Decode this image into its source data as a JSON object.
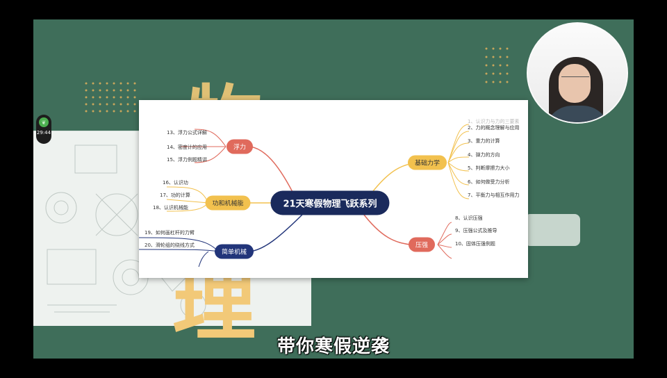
{
  "timer": {
    "time": "29:44",
    "icon": "leaf-icon"
  },
  "mindmap": {
    "center": "21天寒假物理飞跃系列",
    "branches": [
      {
        "label": "浮力",
        "color": "#e06a5c",
        "items": [
          "13、浮力公式详解",
          "14、密度计的应用",
          "15、浮力例题精讲"
        ]
      },
      {
        "label": "功和机械能",
        "color": "#f2c14e",
        "items": [
          "16、认识功",
          "17、功的计算",
          "18、认识机械能"
        ]
      },
      {
        "label": "简单机械",
        "color": "#22357a",
        "items": [
          "19、如何画杠杆的力臂",
          "20、滑轮组的绕线方式"
        ]
      },
      {
        "label": "基础力学",
        "color": "#f2c14e",
        "items": [
          "1、认识力与力的三要素",
          "2、力的概念理解与应用",
          "3、重力的计算",
          "4、弹力的方向",
          "5、判断摩擦力大小",
          "6、如何做受力分析",
          "7、平衡力与相互作用力"
        ]
      },
      {
        "label": "压强",
        "color": "#e06a5c",
        "items": [
          "8、认识压强",
          "9、压强公式及推导",
          "10、固体压强例题"
        ]
      }
    ]
  },
  "subtitle": "带你寒假逆袭",
  "background": {
    "top_char": "物",
    "bottom_char": "理",
    "accent": "#f2c978",
    "board": "#3f6e5a"
  }
}
